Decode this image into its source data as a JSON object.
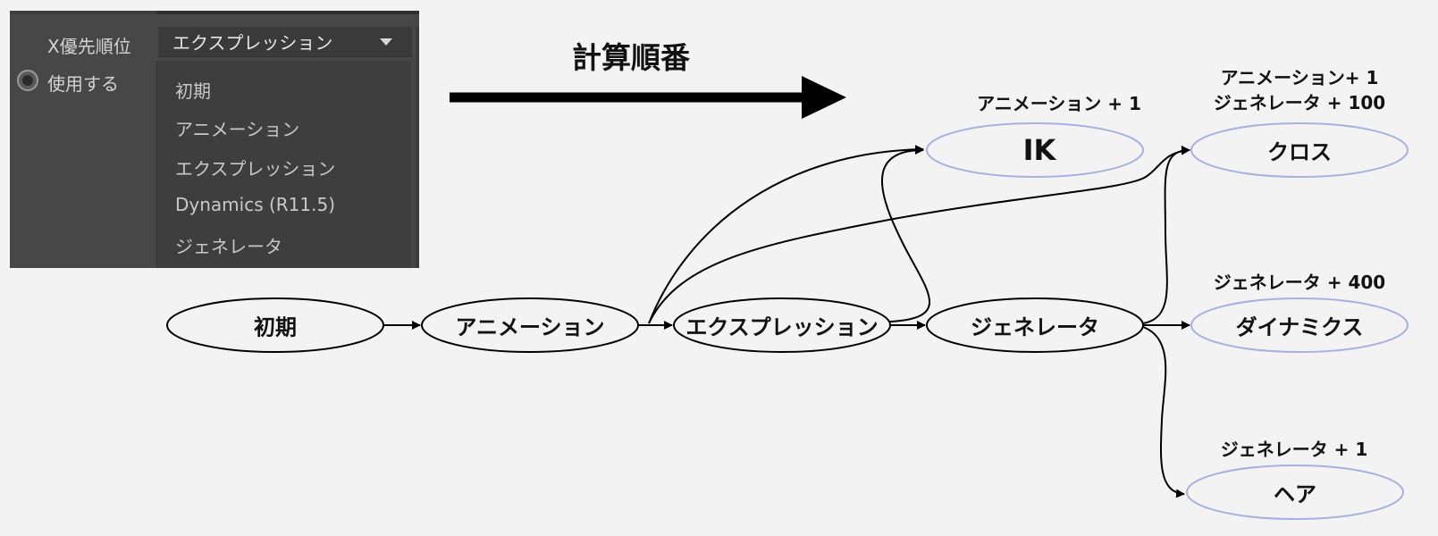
{
  "panel": {
    "priority_label": "X優先順位",
    "selected_value": "エクスプレッション",
    "use_label": "使用する",
    "menu_items": [
      "初期",
      "アニメーション",
      "エクスプレッション",
      "Dynamics (R11.5)",
      "ジェネレータ"
    ]
  },
  "diagram": {
    "title": "計算順番",
    "nodes": {
      "initial": "初期",
      "animation": "アニメーション",
      "expression": "エクスプレッション",
      "generator": "ジェネレータ",
      "ik": "IK",
      "cloth": "クロス",
      "dynamics": "ダイナミクス",
      "hair": "ヘア"
    },
    "notes": {
      "ik": "アニメーション + 1",
      "cloth_line1": "アニメーション+ 1",
      "cloth_line2": "ジェネレータ + 100",
      "dynamics": "ジェネレータ + 400",
      "hair": "ジェネレータ + 1"
    },
    "colors": {
      "main_node_stroke": "#000000",
      "sub_node_stroke": "#a7b0e0",
      "arrow": "#000000"
    }
  }
}
